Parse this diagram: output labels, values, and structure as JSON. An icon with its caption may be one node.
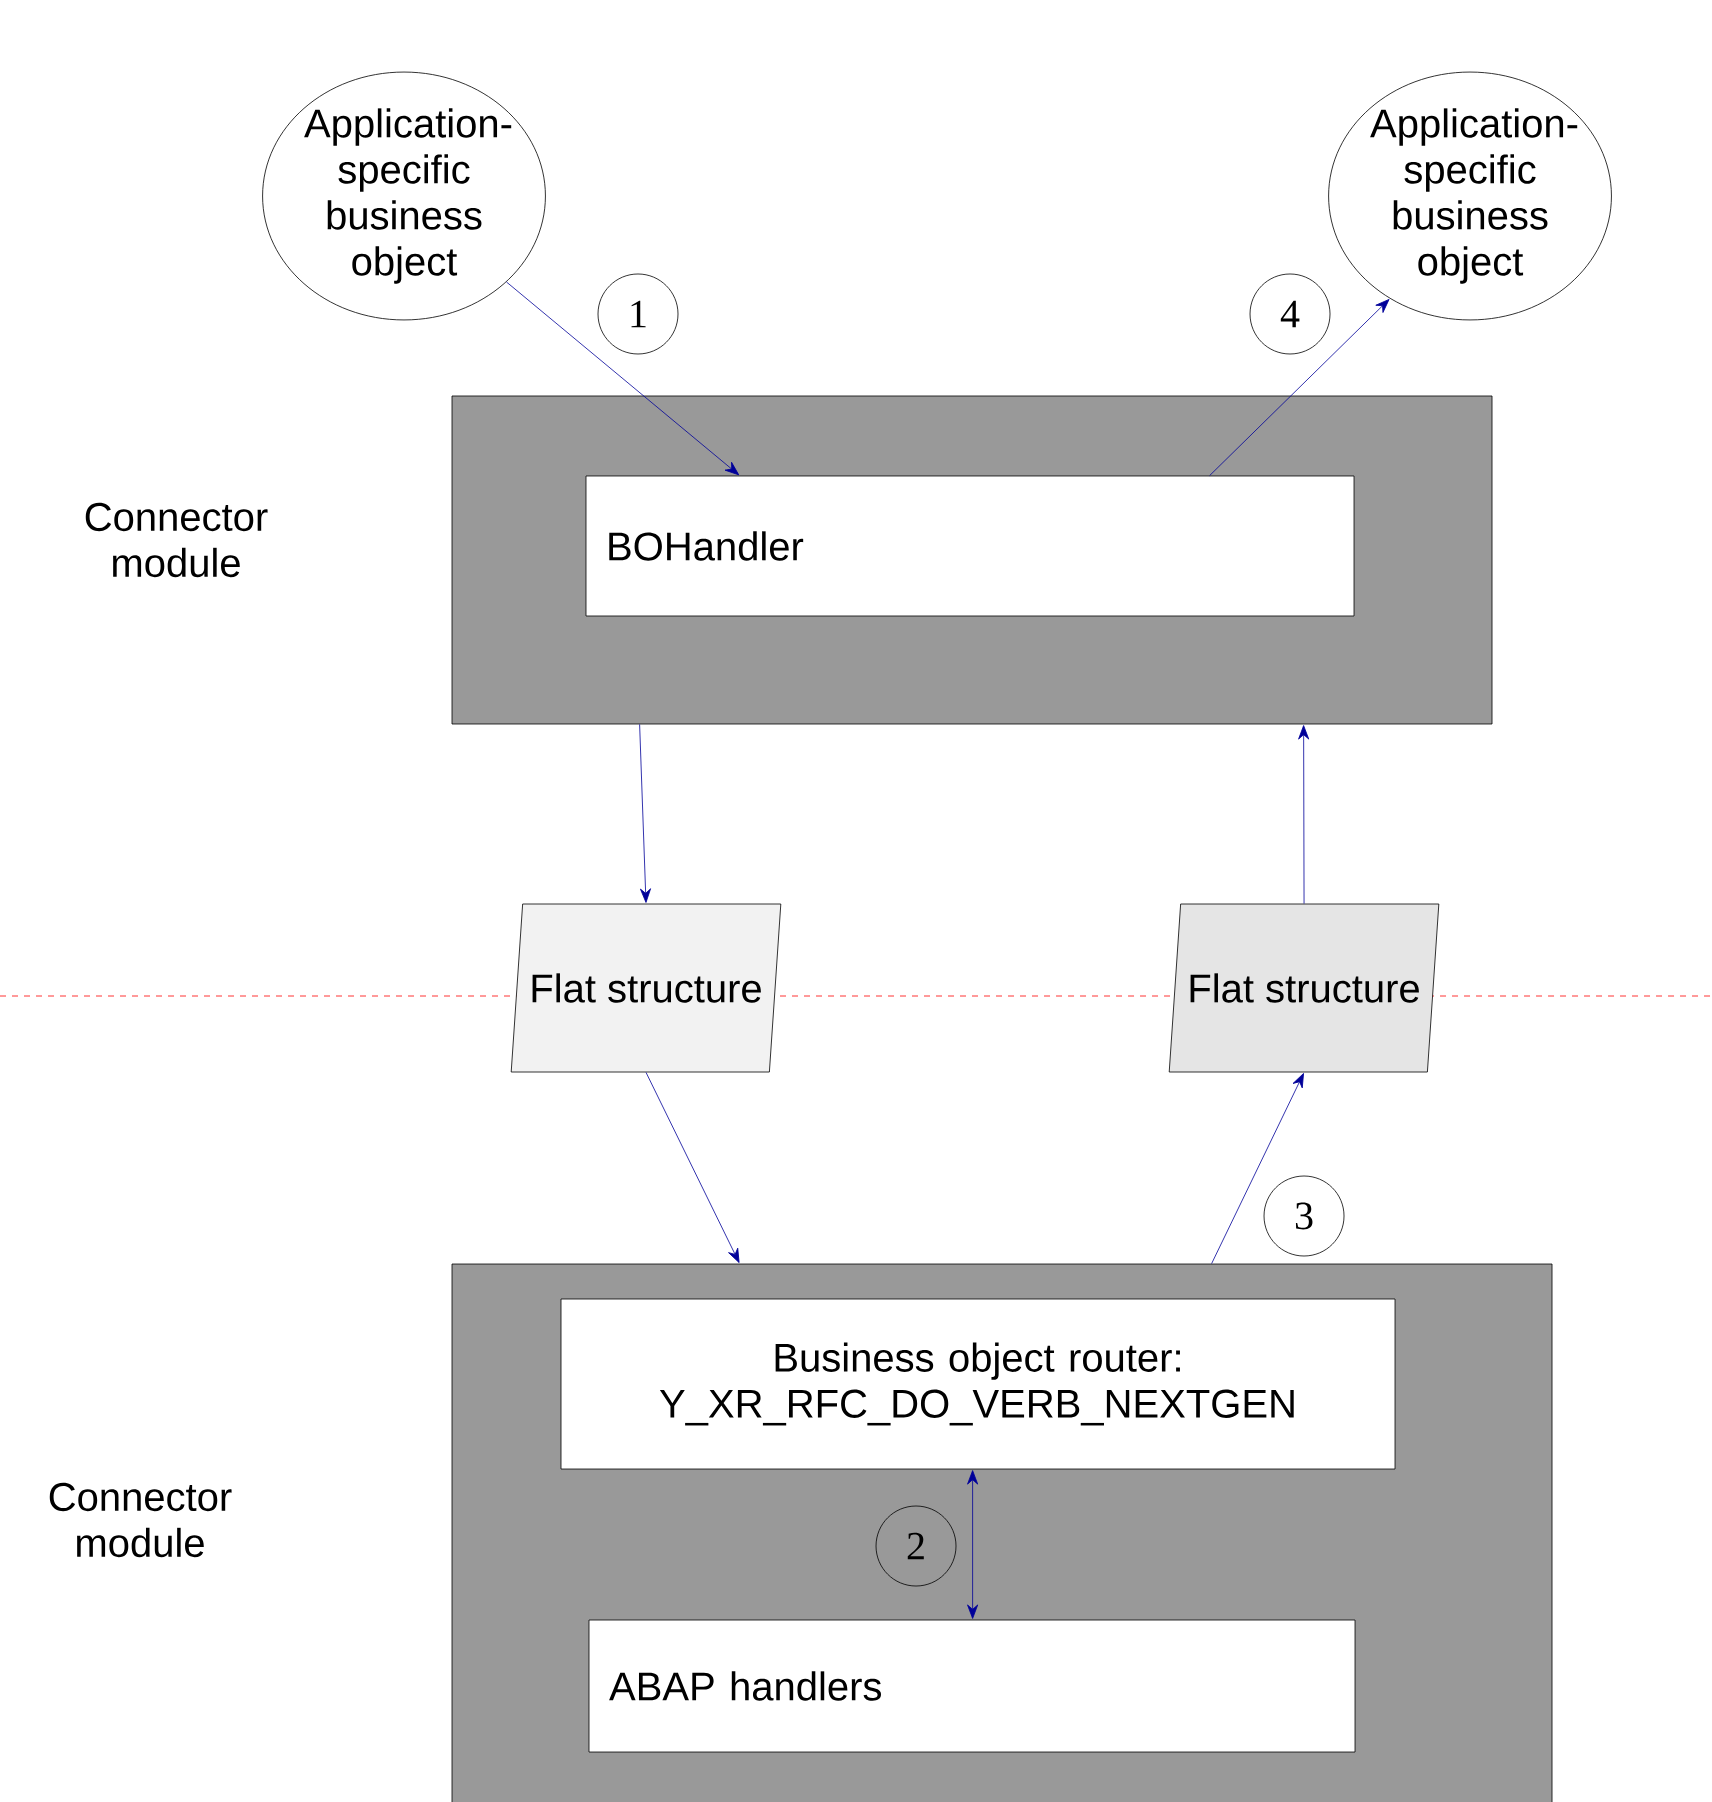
{
  "diagram": {
    "nodes": [
      {
        "text": [
          "Application-specific business object"
        ]
      },
      {
        "text": [
          "Application-specific business object"
        ]
      },
      {
        "text": [],
        "shape": "box"
      },
      {
        "text": [
          "BOHandler"
        ],
        "in": 2
      },
      {
        "text": [
          "Flat structure"
        ]
      },
      {
        "text": [
          "Flat structure"
        ]
      },
      {
        "text": [],
        "shape": "box"
      },
      {
        "text": [
          "Business object router: Y_XR_RFC_DO_VERB_NEXTGEN"
        ],
        "in": 6
      },
      {
        "text": [
          "ABAP handlers"
        ],
        "in": 6
      }
    ],
    "edges": [
      {
        "from": 0,
        "to": 3,
        "arrow": "to"
      },
      {
        "from": 3,
        "to": 1,
        "arrow": "to"
      },
      {
        "from": 2,
        "to": 4,
        "arrow": "to"
      },
      {
        "from": 4,
        "to": 6,
        "arrow": "to"
      },
      {
        "from": 6,
        "to": 5,
        "arrow": "to"
      },
      {
        "from": 5,
        "to": 2,
        "arrow": "to"
      },
      {
        "from": 7,
        "to": 8,
        "arrow": "both"
      }
    ],
    "labels": [
      "1",
      "4",
      "Connector module",
      "3",
      "Connector module",
      "2"
    ]
  }
}
